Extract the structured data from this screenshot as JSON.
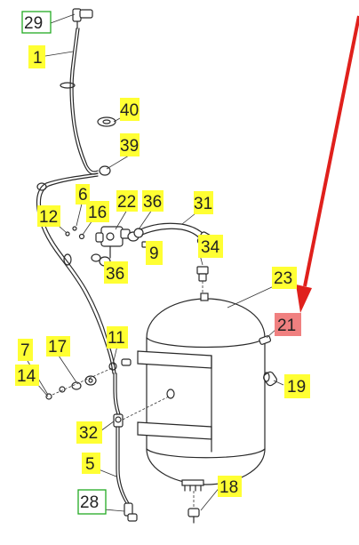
{
  "colors": {
    "label_yellow": "#ffff33",
    "label_green_border": "#22aa22",
    "label_highlight": "#f08080",
    "arrow": "#e0201c",
    "line": "#2a2a2a"
  },
  "labels": [
    {
      "id": "29",
      "text": "29",
      "style": "green"
    },
    {
      "id": "1",
      "text": "1",
      "style": "yellow"
    },
    {
      "id": "40",
      "text": "40",
      "style": "yellow"
    },
    {
      "id": "39",
      "text": "39",
      "style": "yellow"
    },
    {
      "id": "6",
      "text": "6",
      "style": "yellow"
    },
    {
      "id": "22",
      "text": "22",
      "style": "yellow"
    },
    {
      "id": "36a",
      "text": "36",
      "style": "yellow"
    },
    {
      "id": "31",
      "text": "31",
      "style": "yellow"
    },
    {
      "id": "12",
      "text": "12",
      "style": "yellow"
    },
    {
      "id": "16",
      "text": "16",
      "style": "yellow"
    },
    {
      "id": "9",
      "text": "9",
      "style": "yellow"
    },
    {
      "id": "36b",
      "text": "36",
      "style": "yellow"
    },
    {
      "id": "34",
      "text": "34",
      "style": "yellow"
    },
    {
      "id": "23",
      "text": "23",
      "style": "yellow"
    },
    {
      "id": "21",
      "text": "21",
      "style": "highlight"
    },
    {
      "id": "11",
      "text": "11",
      "style": "yellow"
    },
    {
      "id": "7",
      "text": "7",
      "style": "yellow"
    },
    {
      "id": "17",
      "text": "17",
      "style": "yellow"
    },
    {
      "id": "14",
      "text": "14",
      "style": "yellow"
    },
    {
      "id": "19",
      "text": "19",
      "style": "yellow"
    },
    {
      "id": "32",
      "text": "32",
      "style": "yellow"
    },
    {
      "id": "5",
      "text": "5",
      "style": "yellow"
    },
    {
      "id": "18",
      "text": "18",
      "style": "yellow"
    },
    {
      "id": "28",
      "text": "28",
      "style": "green"
    }
  ]
}
